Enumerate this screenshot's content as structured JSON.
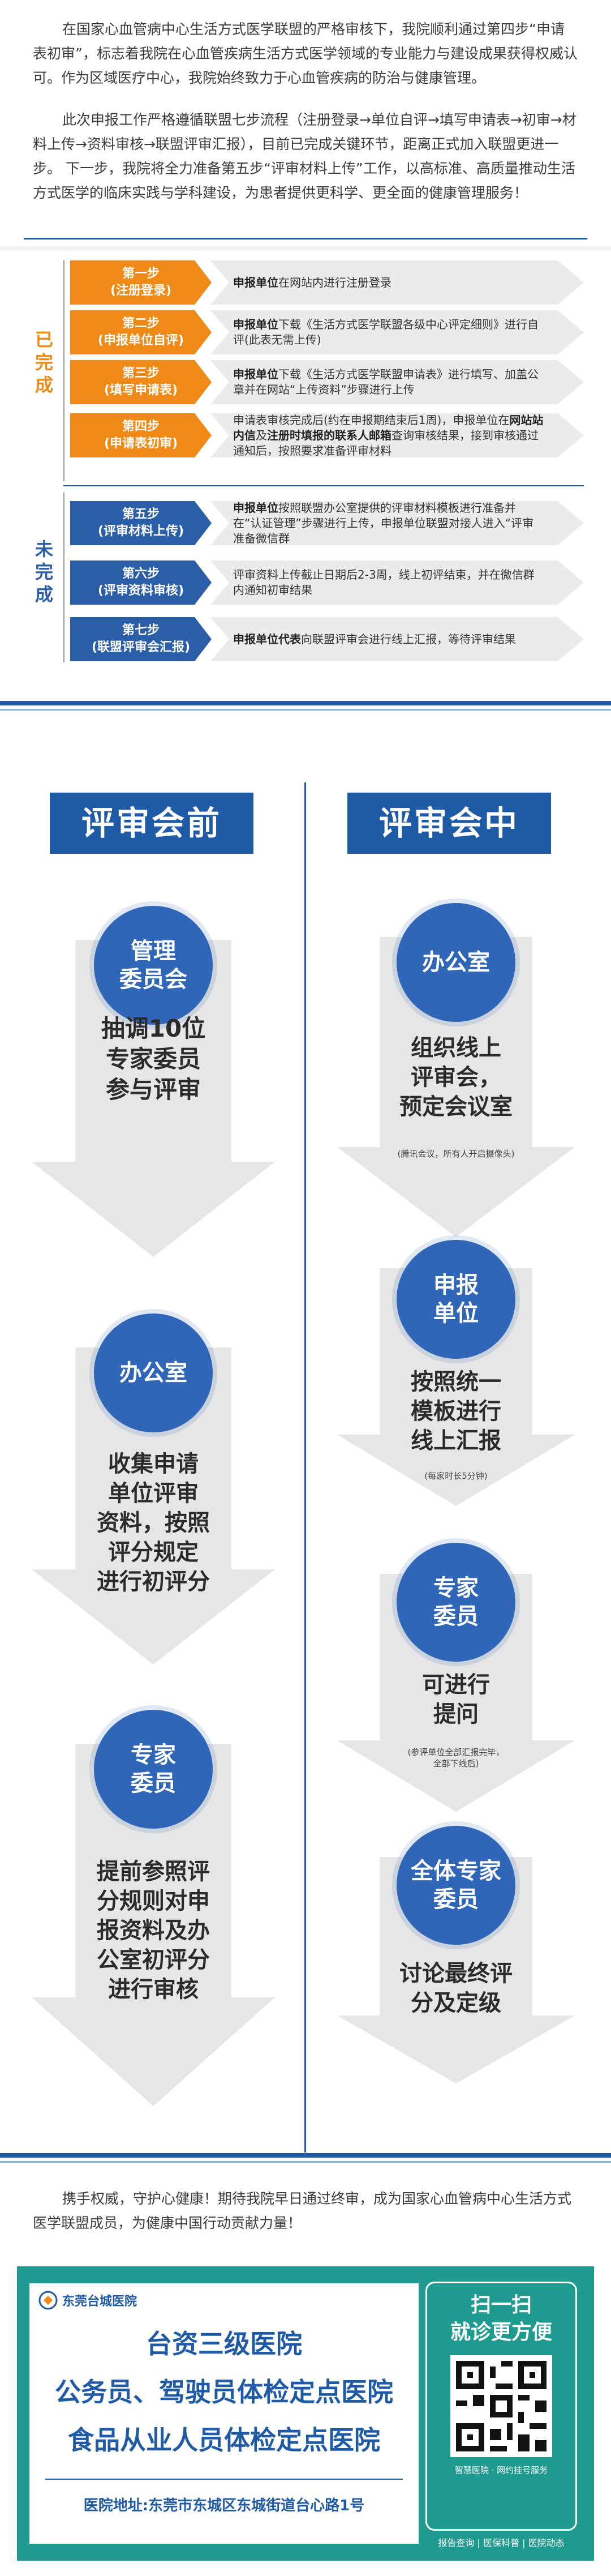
{
  "intro": {
    "p1": "在国家心血管病中心生活方式医学联盟的严格审核下，我院顺利通过第四步“申请表初审”，标志着我院在心血管疾病生活方式医学领域的专业能力与建设成果获得权威认可。作为区域医疗中心，我院始终致力于心血管疾病的防治与健康管理。",
    "p2": "此次申报工作严格遵循联盟七步流程（注册登录→单位自评→填写申请表→初审→材料上传→资料审核→联盟评审汇报），目前已完成关键环节，距离正式加入联盟更进一步。 下一步，我院将全力准备第五步“评审材料上传”工作，以高标准、高质量推动生活方式医学的临床实践与学科建设，为患者提供更科学、更全面的健康管理服务！"
  },
  "process": {
    "done_label": "已完成",
    "todo_label": "未完成",
    "steps": [
      {
        "step": "第一步",
        "name": "(注册登录)",
        "desc_bold": "申报单位",
        "desc": "在网站内进行注册登录"
      },
      {
        "step": "第二步",
        "name": "(申报单位自评)",
        "desc_bold": "申报单位",
        "desc": "下载《生活方式医学联盟各级中心评定细则》进行自评(此表无需上传)"
      },
      {
        "step": "第三步",
        "name": "(填写申请表)",
        "desc_bold": "申报单位",
        "desc": "下载《生活方式医学联盟申请表》进行填写、加盖公章并在网站“上传资料”步骤进行上传"
      },
      {
        "step": "第四步",
        "name": "(申请表初审)",
        "desc_pre": "申请表审核完成后(约在申报期结束后1周)，申报单位在",
        "desc_bold": "网站站内信",
        "desc_mid": "及",
        "desc_bold2": "注册时填报的联系人邮箱",
        "desc": "查询审核结果，接到审核通过通知后，按照要求准备评审材料"
      },
      {
        "step": "第五步",
        "name": "(评审材料上传)",
        "desc_bold": "申报单位",
        "desc": "按照联盟办公室提供的评审材料模板进行准备并在“认证管理”步骤进行上传，申报单位联盟对接人进入“评审准备微信群"
      },
      {
        "step": "第六步",
        "name": "(评审资料审核)",
        "desc": "评审资料上传截止日期后2-3周，线上初评结束，并在微信群内通知初审结果"
      },
      {
        "step": "第七步",
        "name": "(联盟评审会汇报)",
        "desc_bold": "申报单位代表",
        "desc": "向联盟评审会进行线上汇报，等待评审结果"
      }
    ]
  },
  "before": {
    "title": "评审会前",
    "items": [
      {
        "role": [
          "管理",
          "委员会"
        ],
        "text": [
          "抽调10位",
          "专家委员",
          "参与评审"
        ]
      },
      {
        "role": [
          "办公室"
        ],
        "text": [
          "收集申请",
          "单位评审",
          "资料，按照",
          "评分规定",
          "进行初评分"
        ]
      },
      {
        "role": [
          "专家",
          "委员"
        ],
        "text": [
          "提前参照评",
          "分规则对申",
          "报资料及办",
          "公室初评分",
          "进行审核"
        ]
      }
    ]
  },
  "during": {
    "title": "评审会中",
    "items": [
      {
        "role": [
          "办公室"
        ],
        "text": [
          "组织线上",
          "评审会，",
          "预定会议室"
        ],
        "note": [
          "(腾讯会议，所有人开启摄像头)"
        ]
      },
      {
        "role": [
          "申报",
          "单位"
        ],
        "text": [
          "按照统一",
          "模板进行",
          "线上汇报"
        ],
        "note": [
          "(每家时长5分钟)"
        ]
      },
      {
        "role": [
          "专家",
          "委员"
        ],
        "text": [
          "可进行",
          "提问"
        ],
        "note": [
          "(参评单位全部汇报完毕，",
          "全部下线后)"
        ]
      },
      {
        "role": [
          "全体专家",
          "委员"
        ],
        "text": [
          "讨论最终评",
          "分及定级"
        ],
        "note": []
      }
    ]
  },
  "closing": "携手权威，守护心健康！期待我院早日通过终审，成为国家心血管病中心生活方式医学联盟成员，为健康中国行动贡献力量！",
  "footer": {
    "logo_text": "东莞台城医院",
    "line1": "台资三级医院",
    "line2": "公务员、驾驶员体检定点医院",
    "line3": "食品从业人员体检定点医院",
    "address": "医院地址:东莞市东城区东城街道台心路1号",
    "qr_title": [
      "扫一扫",
      "就诊更方便"
    ],
    "qr_sub": "智慧医院 · 网约挂号服务",
    "qr_links": "报告查询 | 医保科普 | 医院动态",
    "colors": {
      "teal": "#1f9a8f",
      "blue": "#1f5aa6",
      "orange": "#ef8a16"
    }
  }
}
